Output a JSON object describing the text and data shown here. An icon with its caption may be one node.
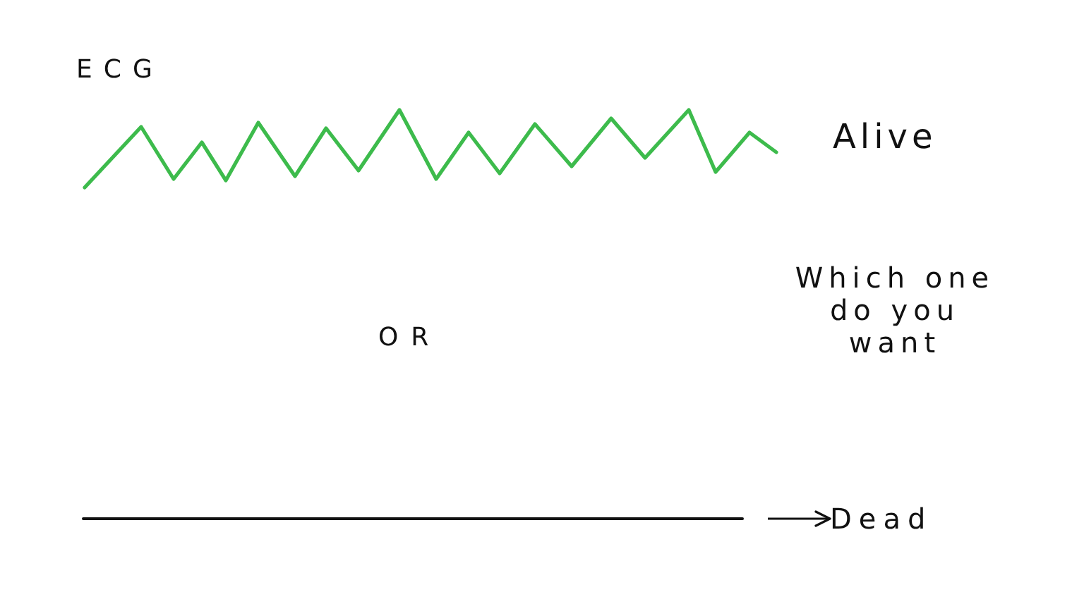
{
  "diagram": {
    "nodes": [
      {
        "text": [],
        "shape": "line"
      },
      {
        "text": [
          "Dead"
        ]
      }
    ],
    "edges": [
      {
        "from": 0,
        "to": 1,
        "arrow": "to"
      }
    ],
    "labels": [
      "ECG",
      "Alive",
      "OR",
      "Which one do you want"
    ]
  }
}
